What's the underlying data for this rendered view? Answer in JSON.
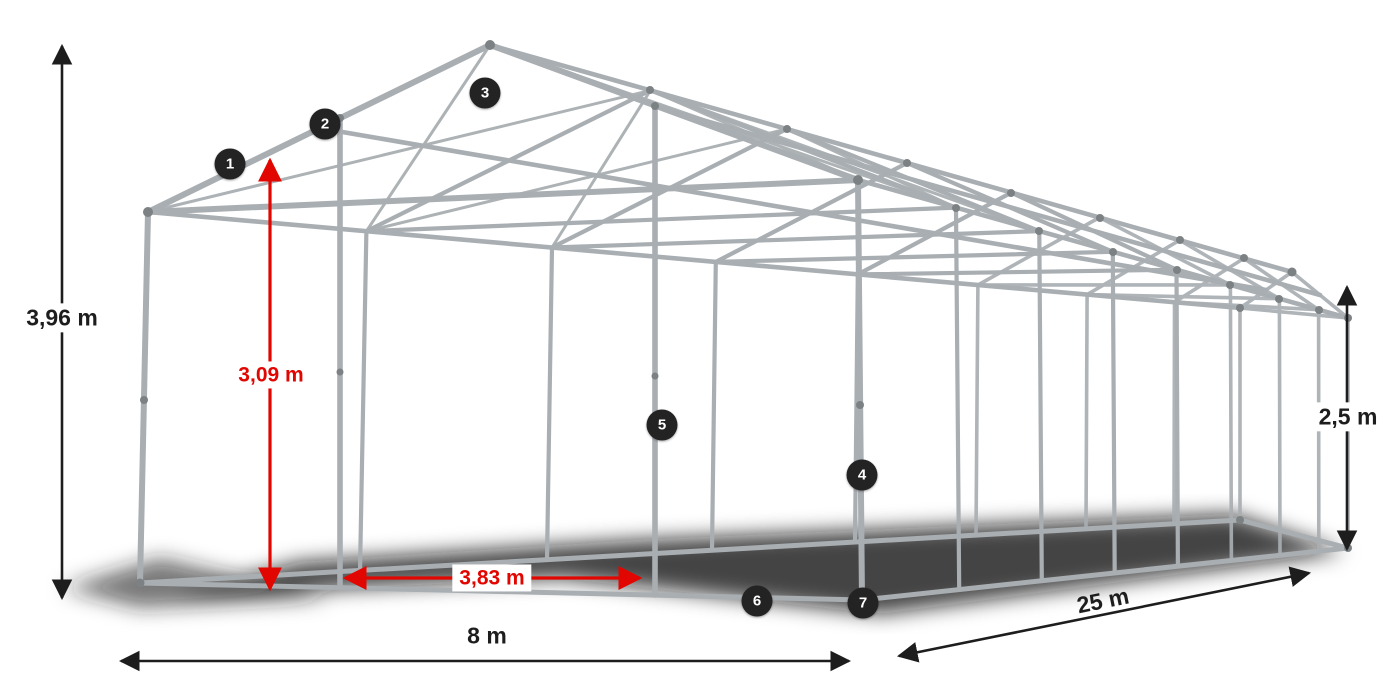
{
  "diagram": {
    "dimensions": {
      "total_height": "3,96 m",
      "entrance_height": "3,09 m",
      "side_height": "2,5 m",
      "width": "8 m",
      "entrance_width": "3,83 m",
      "length": "25 m"
    },
    "markers": [
      {
        "number": "1"
      },
      {
        "number": "2"
      },
      {
        "number": "3"
      },
      {
        "number": "4"
      },
      {
        "number": "5"
      },
      {
        "number": "6"
      },
      {
        "number": "7"
      }
    ],
    "colors": {
      "dimension_text": "#1d1d1d",
      "highlight": "#e10600",
      "badge_background": "#232323",
      "badge_text": "#ffffff",
      "frame_tube": "#a9aeb2",
      "frame_joint": "#7c8184"
    }
  }
}
